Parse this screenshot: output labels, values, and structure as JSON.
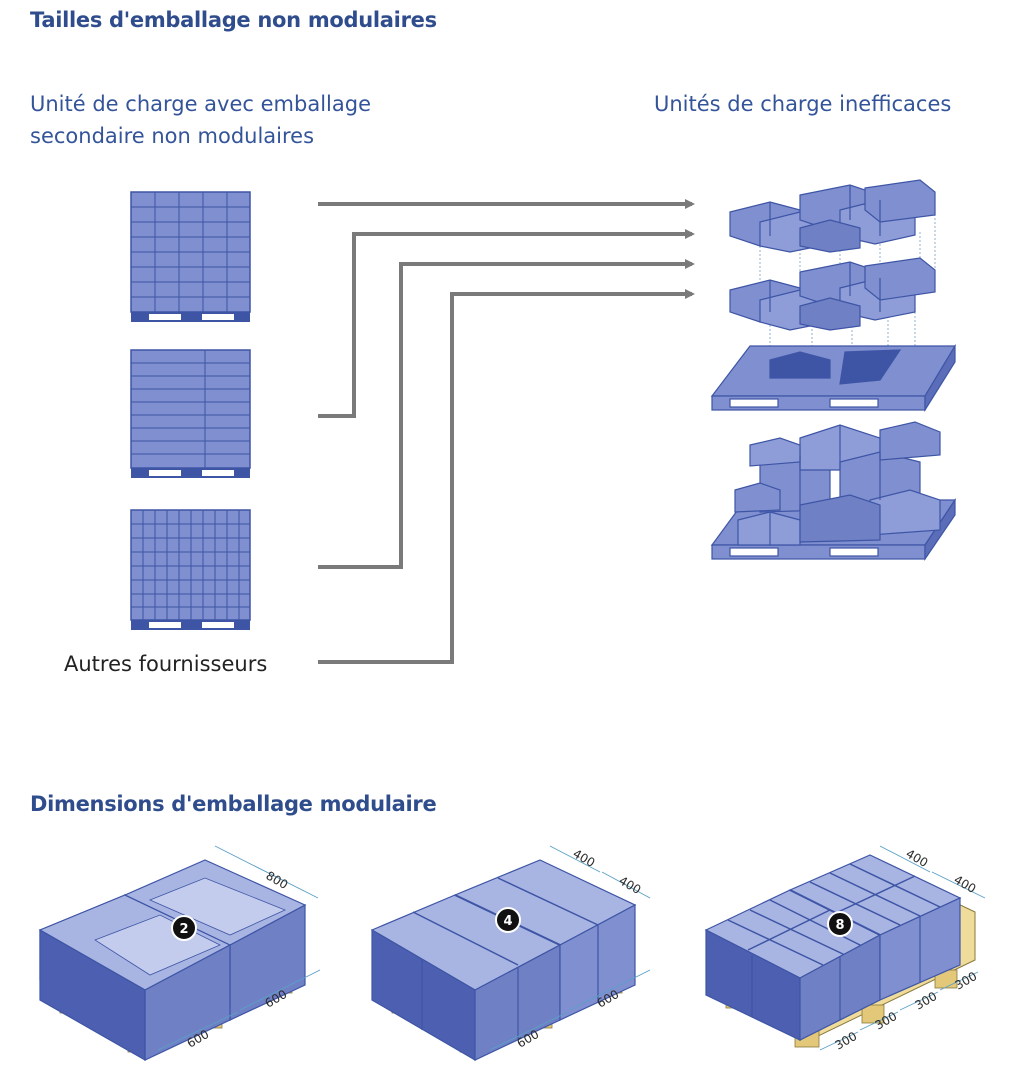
{
  "sections": {
    "non_modular_title": "Tailles d'emballage non modulaires",
    "modular_title": "Dimensions d'emballage modulaire"
  },
  "labels": {
    "left_line1": "Unité de charge avec emballage",
    "left_line2": "secondaire non modulaires",
    "right_title": "Unités de charge inefficaces",
    "other_suppliers": "Autres fournisseurs"
  },
  "modular": [
    {
      "badge": "2",
      "dims": [
        "800",
        "600",
        "600"
      ]
    },
    {
      "badge": "4",
      "dims": [
        "400",
        "400",
        "600",
        "600"
      ]
    },
    {
      "badge": "8",
      "dims": [
        "400",
        "400",
        "300",
        "300",
        "300",
        "300"
      ]
    }
  ],
  "colors": {
    "box": "#7f8fcf",
    "box_dark": "#3e55a6",
    "arrow": "#7a7a7a",
    "wood": "#f0dc9a",
    "heading": "#2f4d8c"
  }
}
